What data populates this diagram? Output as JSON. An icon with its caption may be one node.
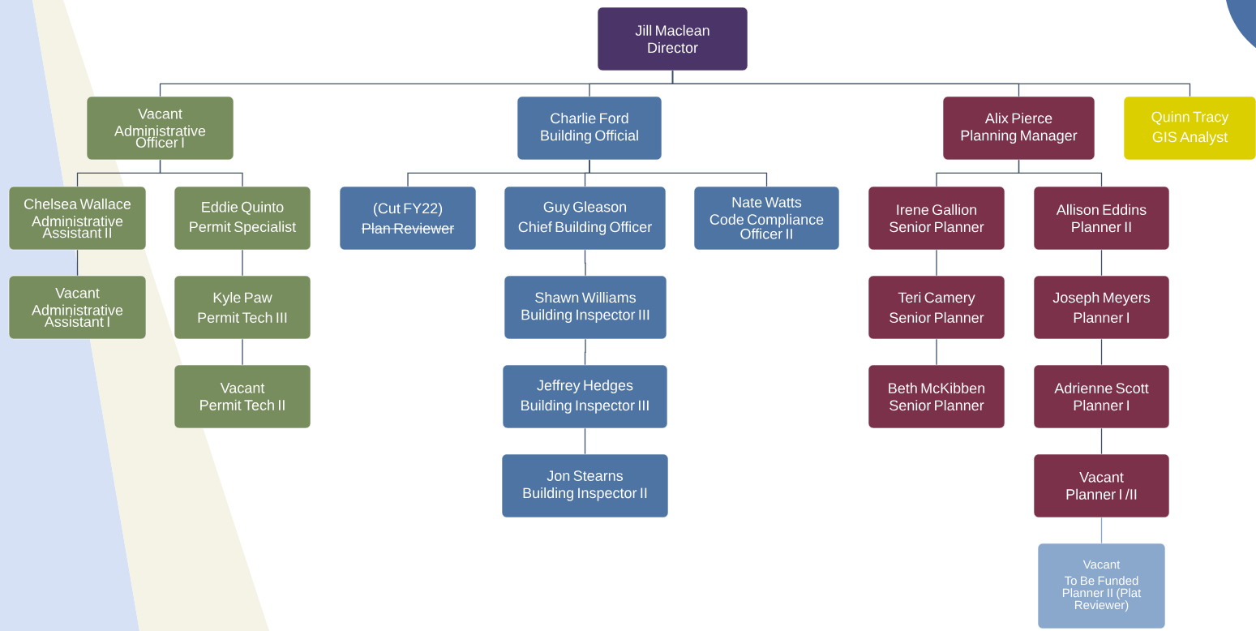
{
  "diagram": {
    "nodes": [
      {
        "text": [
          "Jill Maclean",
          "Director"
        ]
      },
      {
        "text": [
          "Vacant",
          "Administrative Officer I"
        ]
      },
      {
        "text": [
          "Charlie Ford",
          "Building Official"
        ]
      },
      {
        "text": [
          "Alix Pierce",
          "Planning Manager"
        ]
      },
      {
        "text": [
          "Quinn Tracy",
          "GIS Analyst"
        ]
      },
      {
        "text": [
          "Chelsea Wallace",
          "Administrative Assistant II"
        ]
      },
      {
        "text": [
          "Eddie Quinto",
          "Permit Specialist"
        ]
      },
      {
        "text": [
          "(Cut FY22)",
          "Plan Reviewer"
        ]
      },
      {
        "text": [
          "Guy Gleason",
          "Chief Building Officer"
        ]
      },
      {
        "text": [
          "Nate Watts",
          "Code Compliance Officer II"
        ]
      },
      {
        "text": [
          "Irene Gallion",
          "Senior Planner"
        ]
      },
      {
        "text": [
          "Allison Eddins",
          "Planner II"
        ]
      },
      {
        "text": [
          "Vacant",
          "Administrative Assistant I"
        ]
      },
      {
        "text": [
          "Kyle Paw",
          "Permit Tech III"
        ]
      },
      {
        "text": [
          "Shawn Williams",
          "Building Inspector III"
        ]
      },
      {
        "text": [
          "Teri Camery",
          "Senior Planner"
        ]
      },
      {
        "text": [
          "Joseph Meyers",
          "Planner I"
        ]
      },
      {
        "text": [
          "Vacant",
          "Permit Tech II"
        ]
      },
      {
        "text": [
          "Jeffrey Hedges",
          "Building Inspector III"
        ]
      },
      {
        "text": [
          "Beth McKibben",
          "Senior Planner"
        ]
      },
      {
        "text": [
          "Adrienne Scott",
          "Planner I"
        ]
      },
      {
        "text": [
          "Jon Stearns",
          "Building Inspector II"
        ]
      },
      {
        "text": [
          "Vacant",
          "Planner I /II"
        ]
      },
      {
        "text": [
          "Vacant",
          "To Be Funded",
          "Planner II (Plat Reviewer)"
        ]
      }
    ],
    "edges": [
      {
        "from": 0,
        "to": 1,
        "arrow": "none"
      },
      {
        "from": 0,
        "to": 2,
        "arrow": "none"
      },
      {
        "from": 0,
        "to": 3,
        "arrow": "none"
      },
      {
        "from": 0,
        "to": 4,
        "arrow": "none"
      },
      {
        "from": 1,
        "to": 5,
        "arrow": "none"
      },
      {
        "from": 1,
        "to": 6,
        "arrow": "none"
      },
      {
        "from": 2,
        "to": 7,
        "arrow": "none"
      },
      {
        "from": 2,
        "to": 8,
        "arrow": "none"
      },
      {
        "from": 2,
        "to": 9,
        "arrow": "none"
      },
      {
        "from": 3,
        "to": 10,
        "arrow": "none"
      },
      {
        "from": 3,
        "to": 11,
        "arrow": "none"
      },
      {
        "from": 5,
        "to": 12,
        "arrow": "none"
      },
      {
        "from": 6,
        "to": 13,
        "arrow": "none"
      },
      {
        "from": 13,
        "to": 17,
        "arrow": "none"
      },
      {
        "from": 8,
        "to": 14,
        "arrow": "none"
      },
      {
        "from": 14,
        "to": 18,
        "arrow": "none"
      },
      {
        "from": 18,
        "to": 21,
        "arrow": "none"
      },
      {
        "from": 10,
        "to": 15,
        "arrow": "none"
      },
      {
        "from": 15,
        "to": 19,
        "arrow": "none"
      },
      {
        "from": 11,
        "to": 16,
        "arrow": "none"
      },
      {
        "from": 16,
        "to": 20,
        "arrow": "none"
      },
      {
        "from": 20,
        "to": 22,
        "arrow": "none"
      },
      {
        "from": 22,
        "to": 23,
        "arrow": "none",
        "color": "#86a5cb"
      }
    ]
  }
}
